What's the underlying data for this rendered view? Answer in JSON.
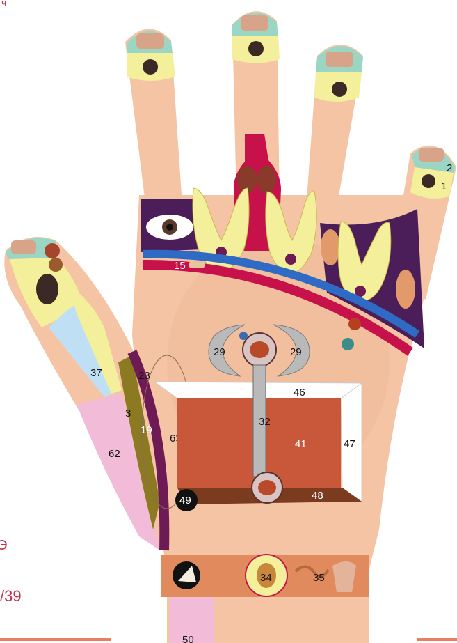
{
  "side": {
    "top_left_mark": "ч",
    "left_fragment": "Э",
    "page_fragment": "/39"
  },
  "zones": {
    "z1": "1",
    "z2": "2",
    "z15": "15",
    "z23": "23",
    "z29_left": "29",
    "z29_right": "29",
    "z3": "3",
    "z19": "19",
    "z32": "32",
    "z34": "34",
    "z35": "35",
    "z37": "37",
    "z41": "41",
    "z46": "46",
    "z47": "47",
    "z48": "48",
    "z49": "49",
    "z50": "50",
    "z62": "62",
    "z63": "63"
  },
  "colors": {
    "skin": "#f4c4a4",
    "skin_shadow": "#e7a886",
    "yellow_zone": "#f3ef9a",
    "head_zone": "#9bd6c4",
    "crimson": "#c6114a",
    "purple": "#4b1d59",
    "blue": "#2f6bc4",
    "rust": "#c9583b",
    "olive": "#8b7a22",
    "pink": "#f2bcd8",
    "lightblue": "#bfe0f4",
    "white": "#ffffff",
    "black": "#111111"
  }
}
